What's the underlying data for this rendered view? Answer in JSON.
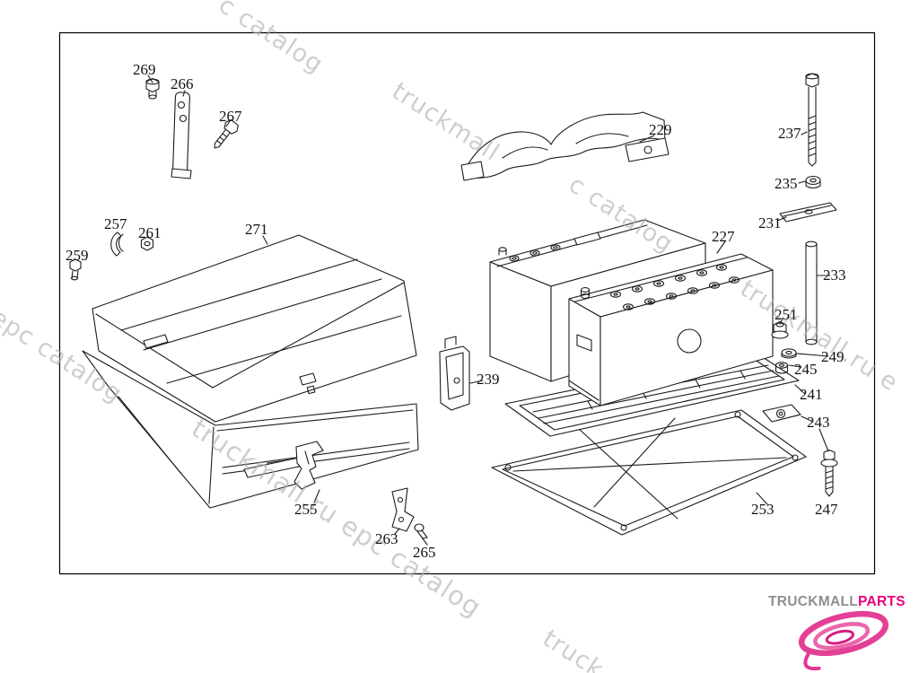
{
  "labels": [
    {
      "text": "269"
    },
    {
      "text": "266"
    },
    {
      "text": "267"
    },
    {
      "text": "257"
    },
    {
      "text": "261"
    },
    {
      "text": "259"
    },
    {
      "text": "271"
    },
    {
      "text": "229"
    },
    {
      "text": "237"
    },
    {
      "text": "235"
    },
    {
      "text": "231"
    },
    {
      "text": "227"
    },
    {
      "text": "233"
    },
    {
      "text": "251"
    },
    {
      "text": "249"
    },
    {
      "text": "245"
    },
    {
      "text": "239"
    },
    {
      "text": "241"
    },
    {
      "text": "243"
    },
    {
      "text": "255"
    },
    {
      "text": "263"
    },
    {
      "text": "265"
    },
    {
      "text": "253"
    },
    {
      "text": "247"
    }
  ],
  "watermarks": [
    {
      "text": "c catalog"
    },
    {
      "text": "truckmall"
    },
    {
      "text": "c catalog"
    },
    {
      "text": "truckmall.ru e"
    },
    {
      "text": "l epc catalog"
    },
    {
      "text": "truckmall.ru epc catalog"
    },
    {
      "text": "truck"
    }
  ],
  "logo": {
    "brand": "TRUCKMALL",
    "accent": "PARTS"
  },
  "colors": {
    "line": "#1c1c1c",
    "watermark": "#b0b0b0",
    "accent": "#e6007e",
    "brand_gray": "#8f8f8f"
  }
}
